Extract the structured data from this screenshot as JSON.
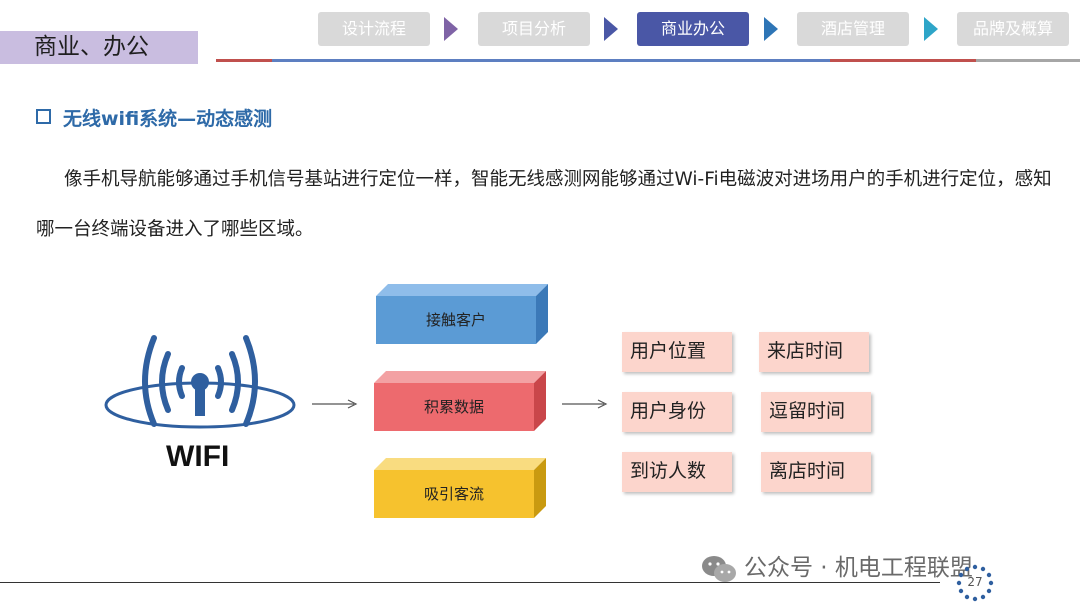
{
  "header": {
    "section_title": "商业、办公",
    "steps": [
      {
        "label": "设计流程",
        "active": false
      },
      {
        "label": "项目分析",
        "active": false
      },
      {
        "label": "商业办公",
        "active": true
      },
      {
        "label": "酒店管理",
        "active": false
      },
      {
        "label": "品牌及概算",
        "active": false
      }
    ]
  },
  "content": {
    "heading": "无线wifi系统—动态感测",
    "paragraph": "像手机导航能够通过手机信号基站进行定位一样，智能无线感测网能够通过Wi-Fi电磁波对进场用户的手机进行定位，感知哪一台终端设备进入了哪些区域。"
  },
  "diagram": {
    "wifi_label": "WIFI",
    "boxes": [
      {
        "label": "接触客户",
        "color": "#5b9bd5"
      },
      {
        "label": "积累数据",
        "color": "#ed6a6e"
      },
      {
        "label": "吸引客流",
        "color": "#f6c22e"
      }
    ],
    "tags_left": [
      "用户位置",
      "用户身份",
      "到访人数"
    ],
    "tags_right": [
      "来店时间",
      "逗留时间",
      "离店时间"
    ]
  },
  "footer": {
    "watermark": "公众号 · 机电工程联盟",
    "page_number": "27"
  }
}
